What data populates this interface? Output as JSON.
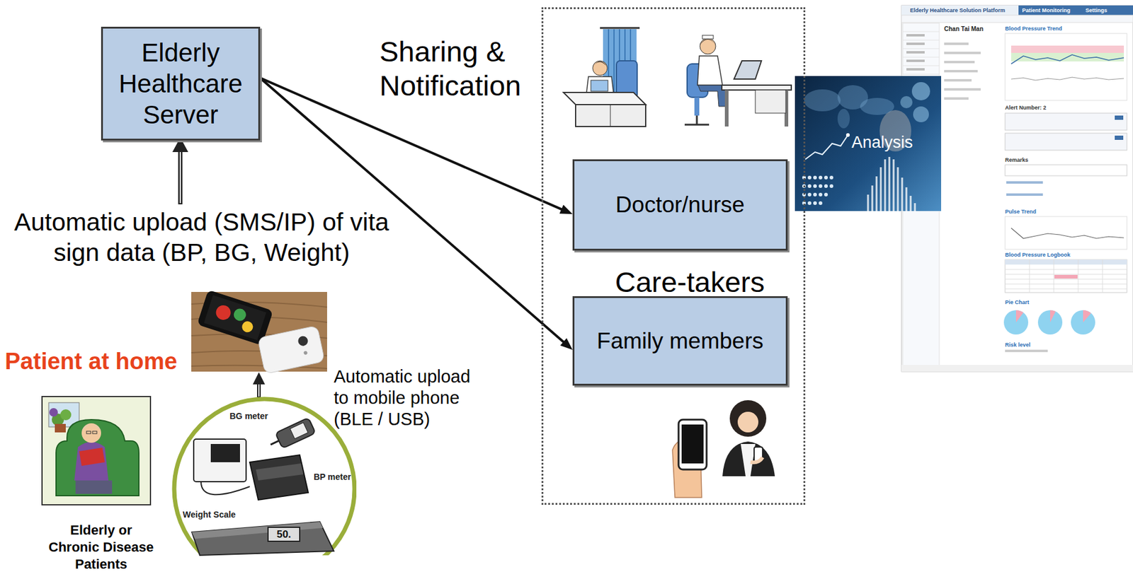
{
  "diagram": {
    "nodes": [
      {
        "text": [
          "Elderly Healthcare Server"
        ]
      },
      {
        "text": [
          "Care-takers"
        ]
      },
      {
        "text": [
          "Doctor/nurse"
        ],
        "in": 1
      },
      {
        "text": [
          "Family members"
        ],
        "in": 1
      }
    ],
    "edges": [
      {
        "from": 0,
        "to": 2,
        "arrow": "to"
      },
      {
        "from": 0,
        "to": 3,
        "arrow": "to"
      }
    ],
    "labels": [
      "Sharing & Notification",
      "Automatic upload (SMS/IP) of vita sign data (BP, BG, Weight)",
      "Patient at home",
      "Automatic upload to mobile phone (BLE / USB)",
      "BG meter",
      "BP meter",
      "Weight Scale",
      "50.",
      "Elderly or Chronic Disease Patients",
      "Analysis",
      "Elderly Healthcare Solution Platform",
      "Patient Monitoring",
      "Settings",
      "Chan Tai Man",
      "Blood Pressure Trend",
      "Alert Number: 2",
      "Remarks",
      "Pulse Trend",
      "Blood Pressure Logbook",
      "Pie Chart",
      "Risk level"
    ]
  }
}
